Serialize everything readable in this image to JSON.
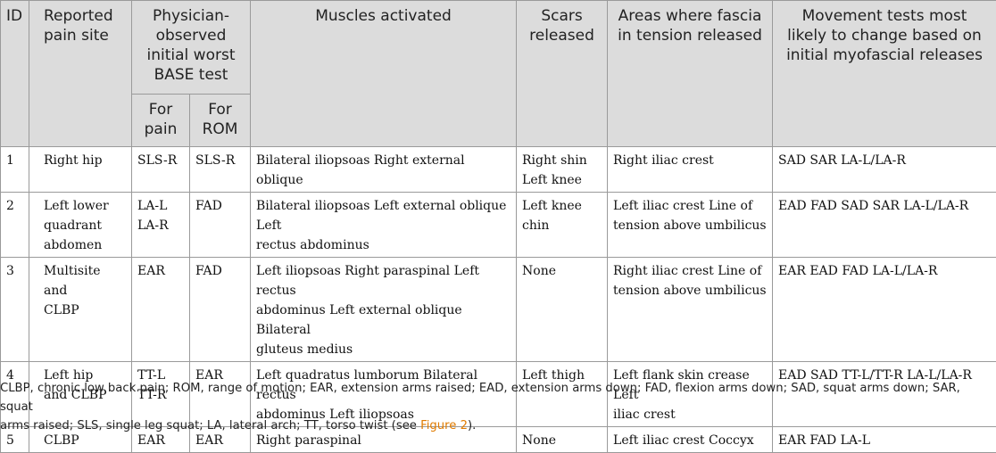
{
  "headers": {
    "id": "ID",
    "pain_site": [
      "Reported",
      "pain site"
    ],
    "base_test": [
      "Physician-",
      "observed",
      "initial worst",
      "BASE test"
    ],
    "for_pain": [
      "For",
      "pain"
    ],
    "for_rom": [
      "For",
      "ROM"
    ],
    "muscles": "Muscles activated",
    "scars": [
      "Scars",
      "released"
    ],
    "fascia": [
      "Areas where fascia",
      "in tension released"
    ],
    "movement": [
      "Movement tests most",
      "likely to change based on",
      "initial myofascial releases"
    ]
  },
  "rows": [
    {
      "id": "1",
      "site": [
        "Right hip"
      ],
      "pain": [
        "SLS-R"
      ],
      "rom": [
        "SLS-R"
      ],
      "muscles": [
        "Bilateral iliopsoas Right external oblique"
      ],
      "scars": [
        "Right shin",
        "Left knee"
      ],
      "fascia": [
        "Right iliac crest"
      ],
      "movement": [
        "SAD SAR LA-L/LA-R"
      ]
    },
    {
      "id": "2",
      "site": [
        "Left lower",
        "quadrant",
        "abdomen"
      ],
      "pain": [
        "LA-L",
        "LA-R"
      ],
      "rom": [
        "FAD"
      ],
      "muscles": [
        "Bilateral iliopsoas Left external oblique Left",
        "rectus abdominus"
      ],
      "scars": [
        "Left knee chin"
      ],
      "fascia": [
        "Left iliac crest Line of",
        "tension above umbilicus"
      ],
      "movement": [
        "EAD FAD SAD SAR LA-L/LA-R"
      ]
    },
    {
      "id": "3",
      "site": [
        "Multisite and",
        "CLBP"
      ],
      "pain": [
        "EAR"
      ],
      "rom": [
        "FAD"
      ],
      "muscles": [
        "Left iliopsoas Right paraspinal Left rectus",
        "abdominus Left external oblique Bilateral",
        "gluteus medius"
      ],
      "scars": [
        "None"
      ],
      "fascia": [
        "Right iliac crest Line of",
        "tension above umbilicus"
      ],
      "movement": [
        "EAR EAD FAD LA-L/LA-R"
      ]
    },
    {
      "id": "4",
      "site": [
        "Left hip",
        "and CLBP"
      ],
      "pain": [
        "TT-L",
        "TT-R"
      ],
      "rom": [
        "EAR"
      ],
      "muscles": [
        "Left quadratus lumborum Bilateral rectus",
        "abdominus Left iliopsoas"
      ],
      "scars": [
        "Left thigh"
      ],
      "fascia": [
        "Left flank skin crease Left",
        "iliac crest"
      ],
      "movement": [
        "EAD SAD TT-L/TT-R LA-L/LA-R"
      ]
    },
    {
      "id": "5",
      "site": [
        "CLBP"
      ],
      "pain": [
        "EAR"
      ],
      "rom": [
        "EAR"
      ],
      "muscles": [
        "Right paraspinal"
      ],
      "scars": [
        "None"
      ],
      "fascia": [
        "Left iliac crest Coccyx"
      ],
      "movement": [
        "EAR FAD LA-L"
      ]
    }
  ],
  "footnote": {
    "line1": "CLBP, chronic low back pain; ROM, range of motion; EAR, extension arms raised; EAD, extension arms down; FAD, flexion arms down; SAD, squat arms down; SAR, squat",
    "line2_before": "arms raised; SLS, single leg squat; LA, lateral arch; TT, torso twist (see ",
    "line2_link": "Figure 2",
    "line2_after": ")."
  }
}
